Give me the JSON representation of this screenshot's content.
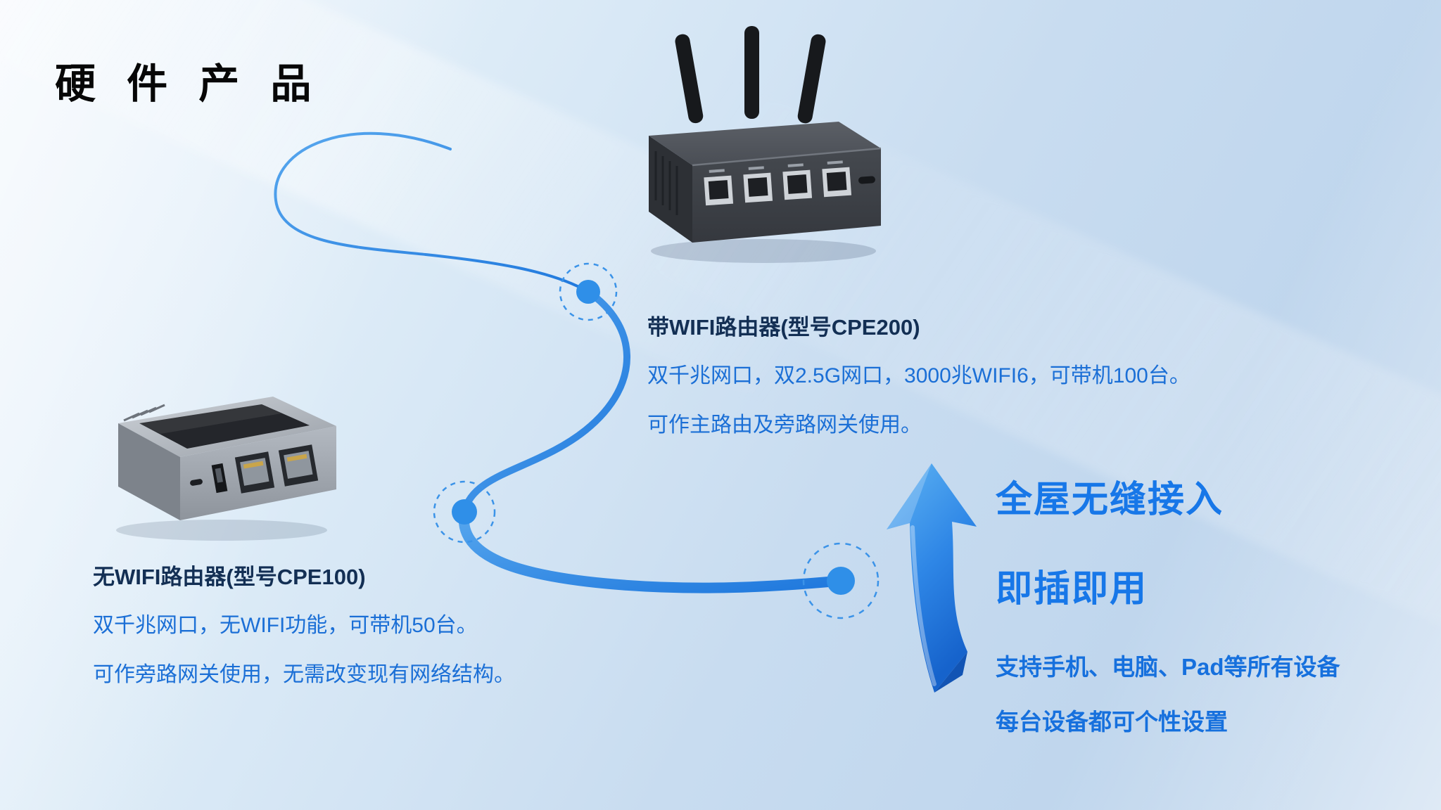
{
  "page": {
    "title": "硬 件 产 品"
  },
  "products": {
    "cpe200": {
      "name": "带WIFI路由器(型号CPE200)",
      "line1": "双千兆网口，双2.5G网口，3000兆WIFI6，可带机100台。",
      "line2": "可作主路由及旁路网关使用。"
    },
    "cpe100": {
      "name": "无WIFI路由器(型号CPE100)",
      "line1": "双千兆网口，无WIFI功能，可带机50台。",
      "line2": "可作旁路网关使用，无需改变现有网络结构。"
    }
  },
  "highlights": {
    "headline1": "全屋无缝接入",
    "headline2": "即插即用",
    "sub1": "支持手机、电脑、Pad等所有设备",
    "sub2": "每台设备都可个性设置"
  },
  "colors": {
    "accent_blue": "#2f8fe8",
    "deep_blue": "#1663cc",
    "heading_dark": "#132f54",
    "body_blue": "#1b6fd6",
    "title_black": "#070707"
  }
}
